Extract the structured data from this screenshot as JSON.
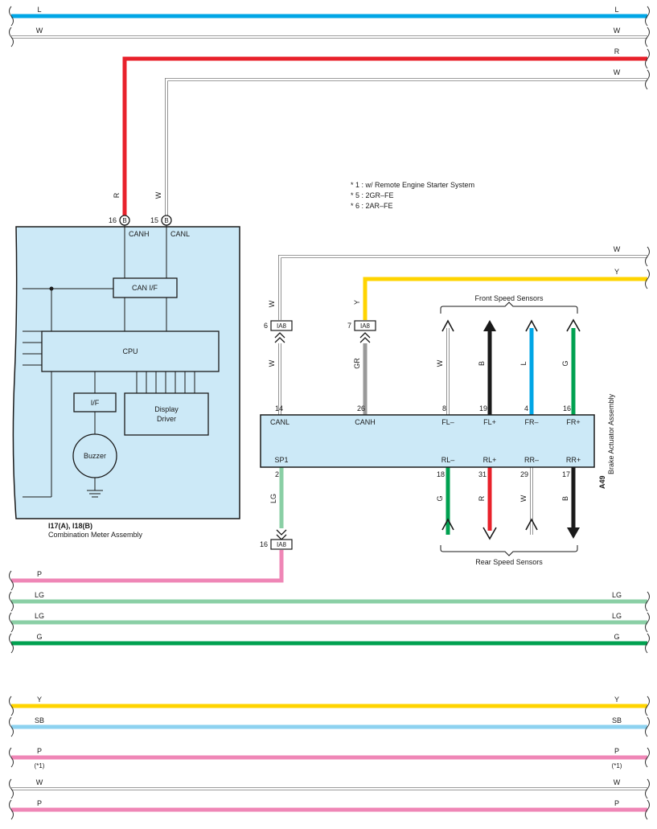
{
  "notes": [
    "* 1 : w/ Remote Engine Starter System",
    "* 5 : 2GR–FE",
    "* 6 : 2AR–FE"
  ],
  "combination_meter": {
    "id": "I17(A), I18(B)",
    "name": "Combination Meter Assembly",
    "can_if": "CAN I/F",
    "cpu": "CPU",
    "if": "I/F",
    "display_driver_line1": "Display",
    "display_driver_line2": "Driver",
    "buzzer": "Buzzer",
    "pins": [
      {
        "num": "16",
        "conn": "B",
        "name": "CANH",
        "wire": "R"
      },
      {
        "num": "15",
        "conn": "B",
        "name": "CANL",
        "wire": "W"
      }
    ]
  },
  "brake_actuator": {
    "id": "A49",
    "name": "Brake Actuator Assembly",
    "top_pins": [
      {
        "num": "14",
        "name": "CANL"
      },
      {
        "num": "26",
        "name": "CANH"
      },
      {
        "num": "8",
        "name": "FL–"
      },
      {
        "num": "19",
        "name": "FL+"
      },
      {
        "num": "4",
        "name": "FR–"
      },
      {
        "num": "16",
        "name": "FR+"
      }
    ],
    "bottom_pins": [
      {
        "num": "2",
        "name": "SP1"
      },
      {
        "num": "18",
        "name": "RL–"
      },
      {
        "num": "31",
        "name": "RL+"
      },
      {
        "num": "29",
        "name": "RR–"
      },
      {
        "num": "17",
        "name": "RR+"
      }
    ]
  },
  "front_sensors_label": "Front Speed Sensors",
  "rear_sensors_label": "Rear Speed Sensors",
  "front_sensor_wires": [
    "W",
    "B",
    "L",
    "G"
  ],
  "rear_sensor_wires": [
    "G",
    "R",
    "W",
    "B"
  ],
  "connectors": [
    {
      "num": "6",
      "name": "IA8",
      "wire_above": "W",
      "wire_below": "W"
    },
    {
      "num": "7",
      "name": "IA8",
      "wire_above": "Y",
      "wire_below": "GR"
    },
    {
      "num": "16",
      "name": "IA8",
      "wire_above": "LG"
    }
  ],
  "bus_wires": [
    {
      "left": "L",
      "right": "L",
      "color": "#00a6e6"
    },
    {
      "left": "W",
      "right": "W",
      "color": "#ffffff"
    },
    {
      "right": "R",
      "color": "#e8212b"
    },
    {
      "right": "W",
      "color": "#ffffff"
    },
    {
      "right": "W",
      "color": "#ffffff"
    },
    {
      "right": "Y",
      "color": "#ffd400"
    },
    {
      "left": "P",
      "color": "#ef86b6"
    },
    {
      "left": "LG",
      "right": "LG",
      "color": "#8acfa5"
    },
    {
      "left": "LG",
      "right": "LG",
      "color": "#8acfa5"
    },
    {
      "left": "G",
      "right": "G",
      "color": "#00a150"
    },
    {
      "left": "Y",
      "right": "Y",
      "color": "#ffd400"
    },
    {
      "left": "SB",
      "right": "SB",
      "color": "#8dd2f0"
    },
    {
      "left": "P",
      "right": "P",
      "color": "#ef86b6",
      "note_left": "(*1)",
      "note_right": "(*1)"
    },
    {
      "left": "W",
      "right": "W",
      "color": "#ffffff"
    },
    {
      "left": "P",
      "right": "P",
      "color": "#ef86b6"
    }
  ],
  "colors": {
    "L": "#00a6e6",
    "W": "#ffffff",
    "R": "#e8212b",
    "Y": "#ffd400",
    "P": "#ef86b6",
    "LG": "#8acfa5",
    "G": "#00a150",
    "SB": "#8dd2f0",
    "B": "#1a1a1a",
    "GR": "#999999",
    "component_fill": "#cce9f7"
  }
}
